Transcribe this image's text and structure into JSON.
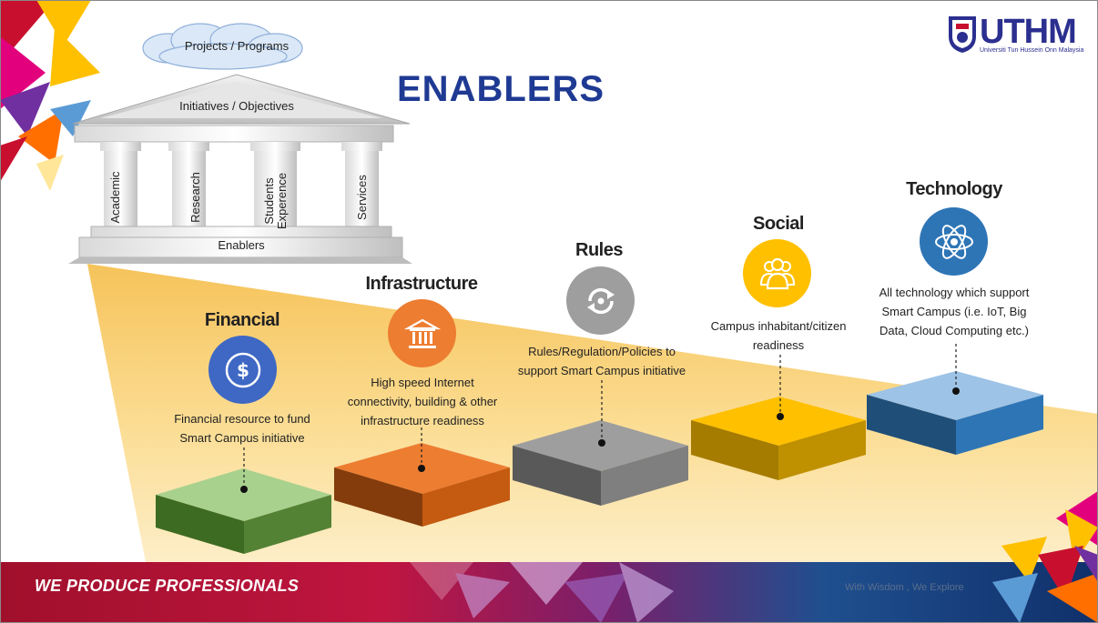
{
  "title": "ENABLERS",
  "temple": {
    "cloud": "Projects / Programs",
    "roof": "Initiatives / Objectives",
    "columns": [
      "Academic",
      "Research",
      "Students Experence",
      "Services"
    ],
    "base": "Enablers"
  },
  "enablers": [
    {
      "heading": "Financial",
      "icon": "dollar-icon",
      "color": "#3e68c4",
      "lines": [
        "Financial resource to fund",
        "Smart Campus initiative"
      ]
    },
    {
      "heading": "Infrastructure",
      "icon": "building-icon",
      "color": "#ed7d31",
      "lines": [
        "High speed Internet",
        "connectivity, building & other",
        "infrastructure readiness"
      ]
    },
    {
      "heading": "Rules",
      "icon": "cycle-icon",
      "color": "#9e9e9e",
      "lines": [
        "Rules/Regulation/Policies to",
        "support Smart Campus initiative"
      ]
    },
    {
      "heading": "Social",
      "icon": "people-icon",
      "color": "#ffc000",
      "lines": [
        "Campus inhabitant/citizen",
        "readiness"
      ]
    },
    {
      "heading": "Technology",
      "icon": "atom-icon",
      "color": "#2e75b6",
      "lines": [
        "All technology which support",
        "Smart Campus (i.e. IoT, Big",
        "Data, Cloud Computing etc.)"
      ]
    }
  ],
  "banner": "WE PRODUCE PROFESSIONALS",
  "motto": "With Wisdom , We Explore",
  "logo": {
    "name": "UTHM",
    "subtitle": "Universiti Tun Hussein Onn Malaysia"
  }
}
